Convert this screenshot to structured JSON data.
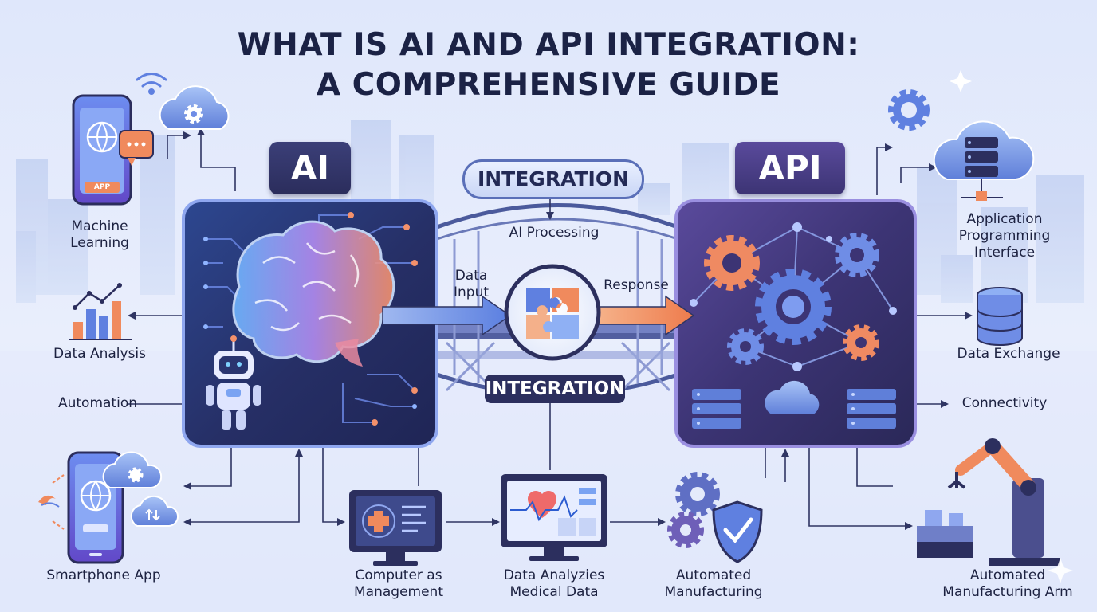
{
  "title": {
    "line1": "WHAT IS AI AND API INTEGRATION:",
    "line2": "A COMPREHENSIVE GUIDE"
  },
  "ai_panel": {
    "label": "AI"
  },
  "api_panel": {
    "label": "API"
  },
  "center": {
    "integration_top": "INTEGRATION",
    "ai_processing": "AI Processing",
    "data_input": "Data\nInput",
    "response": "Response",
    "integration_bottom": "INTEGRATION"
  },
  "left_items": {
    "machine_learning": "Machine\nLearning",
    "app_button": "APP",
    "data_analysis": "Data Analysis",
    "automation": "Automation",
    "smartphone_app": "Smartphone App"
  },
  "right_items": {
    "api_interface": "Application\nProgramming\nInterface",
    "data_exchange": "Data Exchange",
    "connectivity": "Connectivity",
    "manufacturing_arm": "Automated\nManufacturing Arm"
  },
  "bottom_items": {
    "computer_management": "Computer as\nManagement",
    "medical_data": "Data Analyzies\nMedical Data",
    "automated_manufacturing": "Automated\nManufacturing"
  },
  "colors": {
    "navy": "#2b2d5c",
    "accent_blue": "#5b7fe0",
    "accent_orange": "#f08a5d",
    "panel_ai": "#2e3a78",
    "panel_api": "#4a3c7e"
  }
}
